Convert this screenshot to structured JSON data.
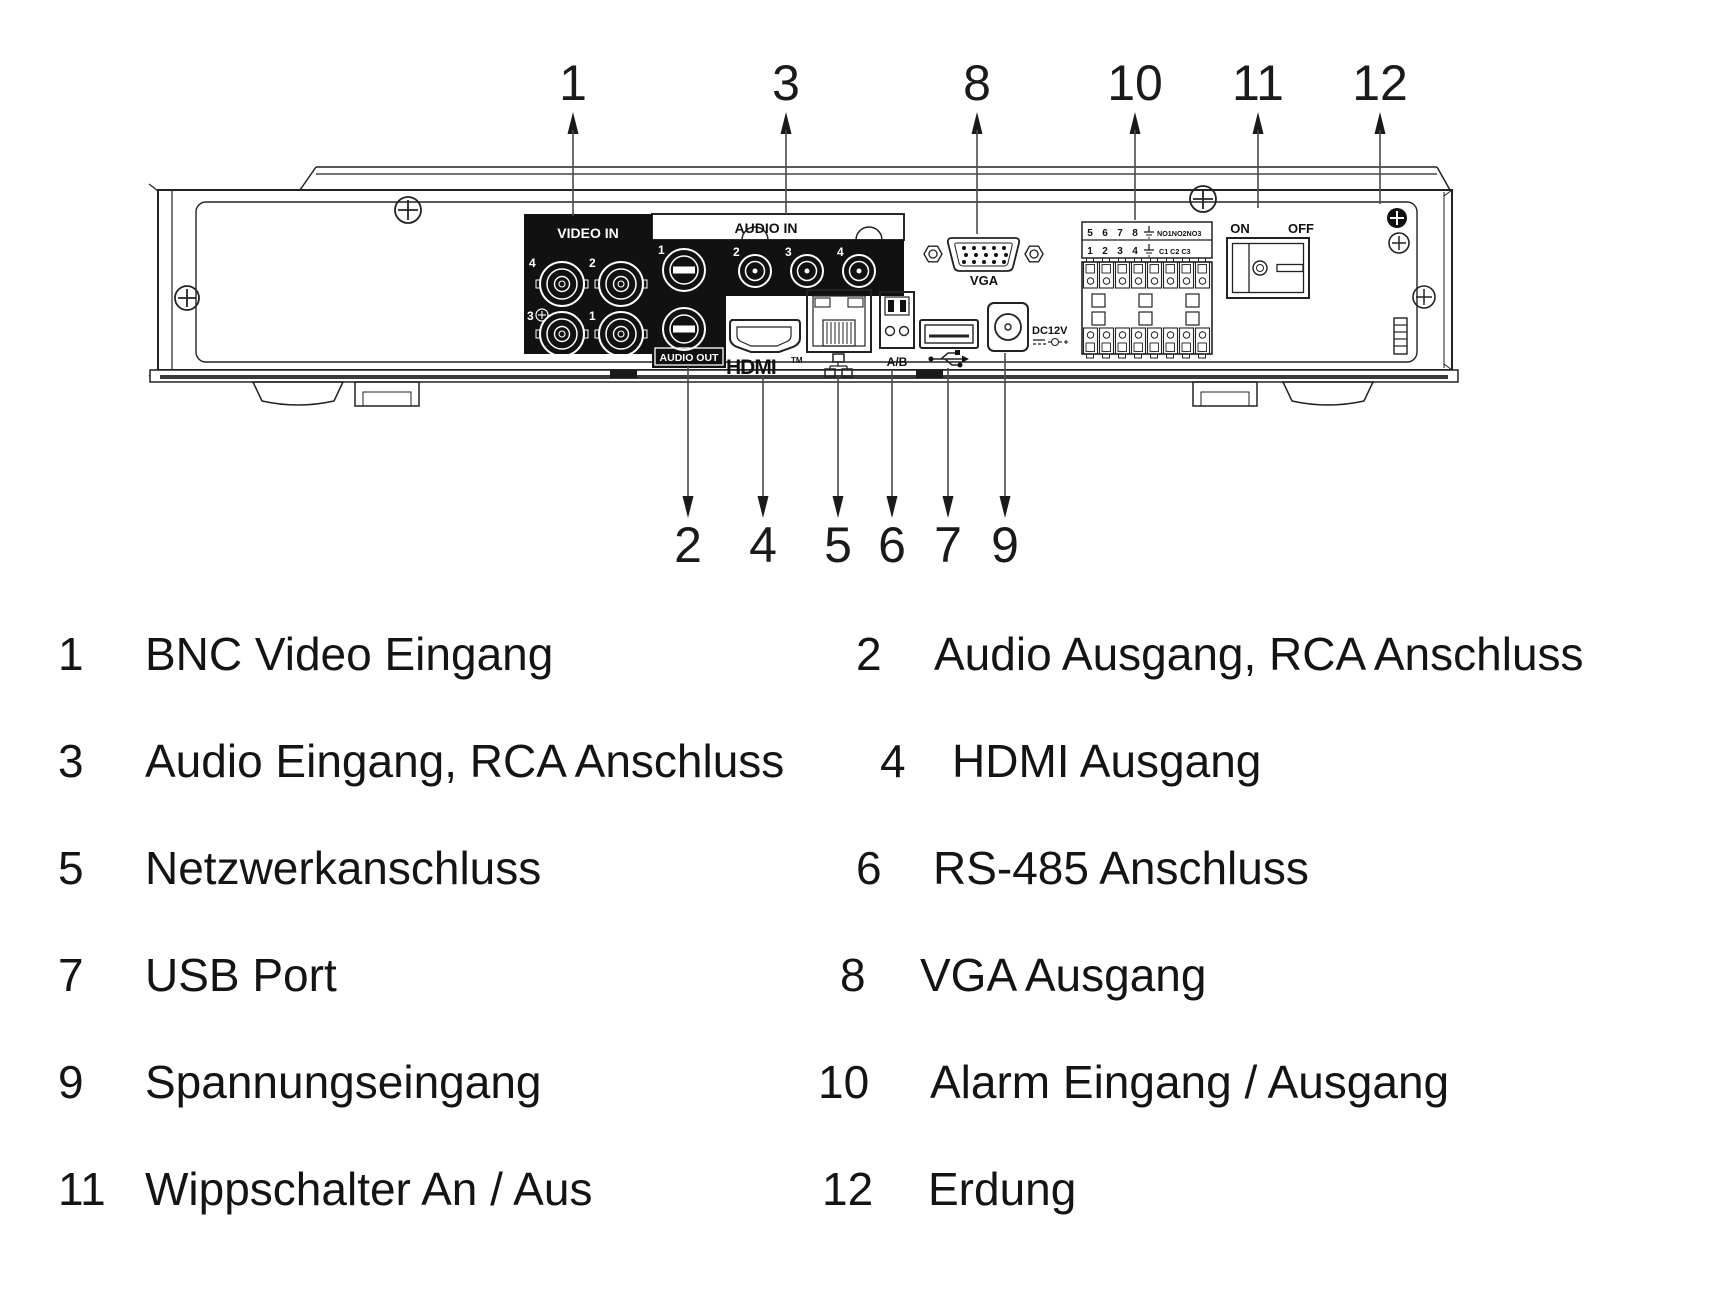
{
  "figure": {
    "type": "hardware-rear-panel-diagram",
    "line_color": "#1a1a1a",
    "background": "#ffffff"
  },
  "callouts": {
    "top": [
      {
        "n": "1",
        "port": "bnc-video-in"
      },
      {
        "n": "3",
        "port": "audio-in"
      },
      {
        "n": "8",
        "port": "vga-out"
      },
      {
        "n": "10",
        "port": "alarm-io"
      },
      {
        "n": "11",
        "port": "power-switch"
      },
      {
        "n": "12",
        "port": "ground"
      }
    ],
    "bottom": [
      {
        "n": "2",
        "port": "audio-out"
      },
      {
        "n": "4",
        "port": "hdmi-out"
      },
      {
        "n": "5",
        "port": "network"
      },
      {
        "n": "6",
        "port": "rs485"
      },
      {
        "n": "7",
        "port": "usb"
      },
      {
        "n": "9",
        "port": "power-in"
      }
    ]
  },
  "device": {
    "labels": {
      "video_in": "VIDEO IN",
      "audio_in": "AUDIO IN",
      "audio_out": "AUDIO OUT",
      "hdmi": "HDMI",
      "hdmi_tm": "TM",
      "ab": "A/B",
      "vga": "VGA",
      "dc12v": "DC12V",
      "on": "ON",
      "off": "OFF",
      "bnc_nums": [
        "4",
        "2",
        "3",
        "1"
      ],
      "audio_nums": [
        "1",
        "2",
        "3",
        "4"
      ],
      "alarm_r1": [
        "5",
        "6",
        "7",
        "8"
      ],
      "alarm_no": "NO1NO2NO3",
      "alarm_r2": [
        "1",
        "2",
        "3",
        "4"
      ],
      "alarm_c": "C1 C2 C3"
    }
  },
  "legend": {
    "rows": [
      {
        "ln": "1",
        "ll": "BNC Video Eingang",
        "rn": "2",
        "rl": "Audio Ausgang, RCA Anschluss"
      },
      {
        "ln": "3",
        "ll": "Audio Eingang, RCA Anschluss",
        "rn": "4",
        "rl": "HDMI Ausgang"
      },
      {
        "ln": "5",
        "ll": "Netzwerkanschluss",
        "rn": "6",
        "rl": "RS-485 Anschluss"
      },
      {
        "ln": "7",
        "ll": "USB Port",
        "rn": "8",
        "rl": "VGA Ausgang"
      },
      {
        "ln": "9",
        "ll": "Spannungseingang",
        "rn": "10",
        "rl": "Alarm Eingang / Ausgang"
      },
      {
        "ln": "11",
        "ll": "Wippschalter An / Aus",
        "rn": "12",
        "rl": "Erdung"
      }
    ]
  }
}
